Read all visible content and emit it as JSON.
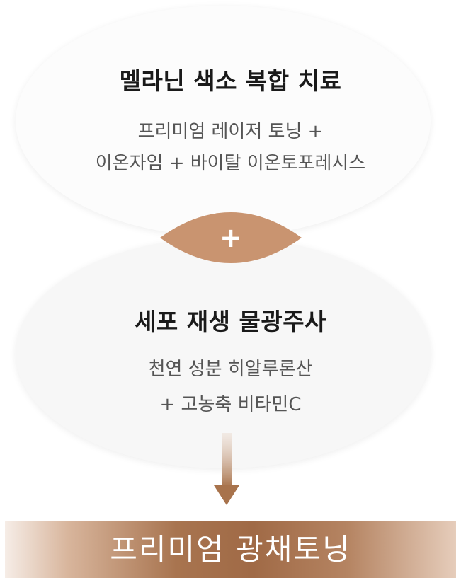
{
  "top_card": {
    "title": "멜라닌 색소 복합 치료",
    "desc_line1": "프리미엄 레이저 토닝 +",
    "desc_line2": "이온자임 + 바이탈 이온토포레시스"
  },
  "plus_symbol": "+",
  "bottom_card": {
    "title": "세포 재생 물광주사",
    "desc_line1": "천연 성분 히알루론산",
    "desc_line2": "+ 고농축 비타민C"
  },
  "result_banner": {
    "label": "프리미엄 광채토닝"
  },
  "colors": {
    "accent": "#c99470",
    "banner_dark": "#a06a46",
    "title": "#1a1a1a",
    "desc": "#555555"
  },
  "icons": {
    "arrow": "arrow-down-icon"
  }
}
